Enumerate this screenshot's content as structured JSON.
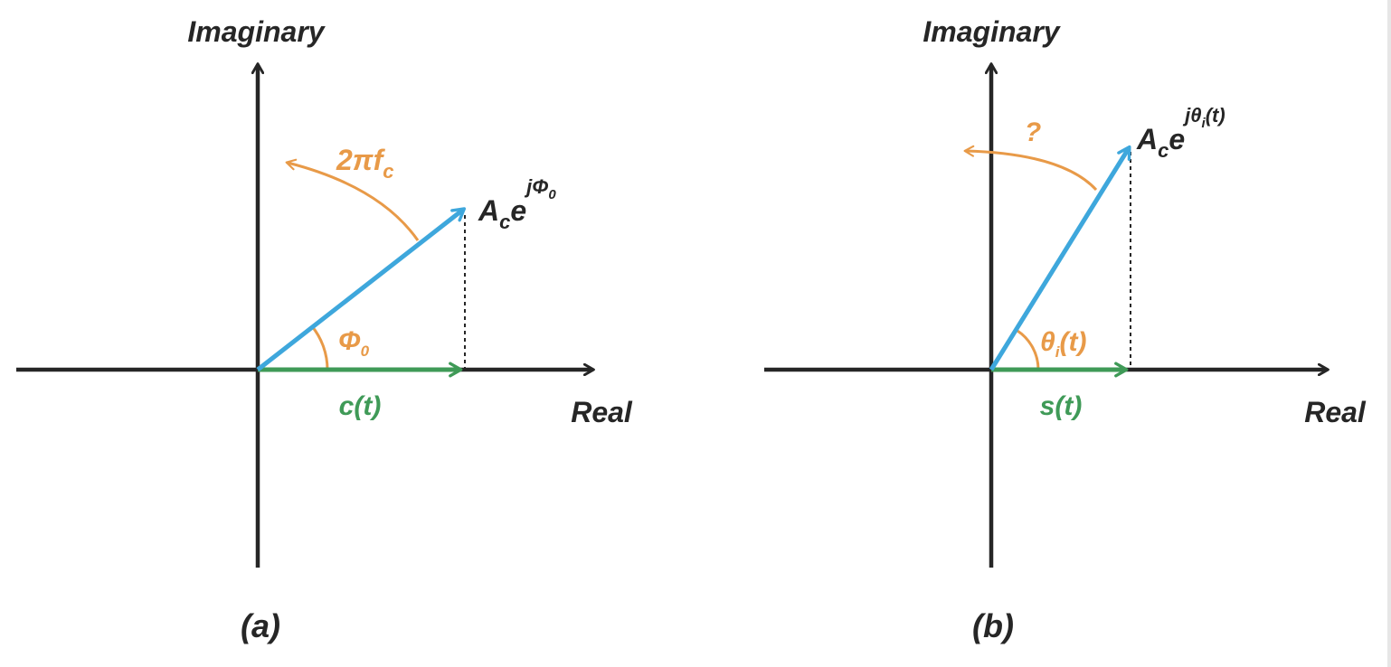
{
  "colors": {
    "axis": "#262626",
    "phasor": "#3ea7dc",
    "real_component": "#3f9a57",
    "angle": "#e89a48",
    "dashed": "#262626",
    "label_dark": "#262626"
  },
  "panel_a": {
    "caption": "(a)",
    "axis_real": "Real",
    "axis_imaginary": "Imaginary",
    "rotation_label": {
      "base": "2πf",
      "sub": "c"
    },
    "phasor_label": {
      "A": "A",
      "A_sub": "c",
      "e": "e",
      "exp": "jΦ",
      "exp_sub": "0"
    },
    "angle_label": {
      "base": "Φ",
      "sub": "0"
    },
    "real_label": "c(t)"
  },
  "panel_b": {
    "caption": "(b)",
    "axis_real": "Real",
    "axis_imaginary": "Imaginary",
    "rotation_label": "?",
    "phasor_label": {
      "A": "A",
      "A_sub": "c",
      "e": "e",
      "exp": "jθ",
      "exp_sub": "i",
      "exp_tail": "(t)"
    },
    "angle_label": {
      "base": "θ",
      "sub": "i",
      "tail": "(t)"
    },
    "real_label": "s(t)"
  }
}
